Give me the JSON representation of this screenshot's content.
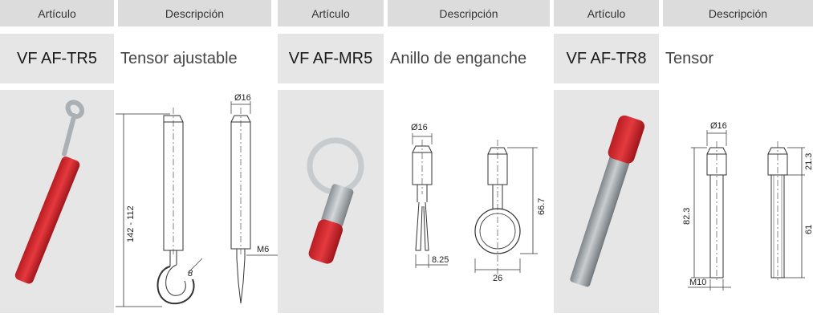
{
  "headers": {
    "col1": "Artículo",
    "col2": "Descripción",
    "col3": "Artículo",
    "col4": "Descripción",
    "col5": "Artículo",
    "col6": "Descripción"
  },
  "products": [
    {
      "code": "VF AF-TR5",
      "description": "Tensor ajustable",
      "dims": {
        "diameter": "Ø16",
        "length": "142 - 112",
        "angle": "8",
        "thread": "M6"
      }
    },
    {
      "code": "VF AF-MR5",
      "description": "Anillo de enganche",
      "dims": {
        "diameter": "Ø16",
        "height": "66.7",
        "ring_gap": "8.25",
        "ring_width": "26"
      }
    },
    {
      "code": "VF AF-TR8",
      "description": "Tensor",
      "dims": {
        "diameter": "Ø16",
        "length": "82.3",
        "head": "21.3",
        "shaft": "61",
        "thread": "M10"
      }
    }
  ],
  "colors": {
    "header_bg": "#dcdcdc",
    "code_bg": "#e6e6e6",
    "photo_bg": "#e6e6e6",
    "red_grip": "#d8262c",
    "steel": "#9ea4a8"
  }
}
